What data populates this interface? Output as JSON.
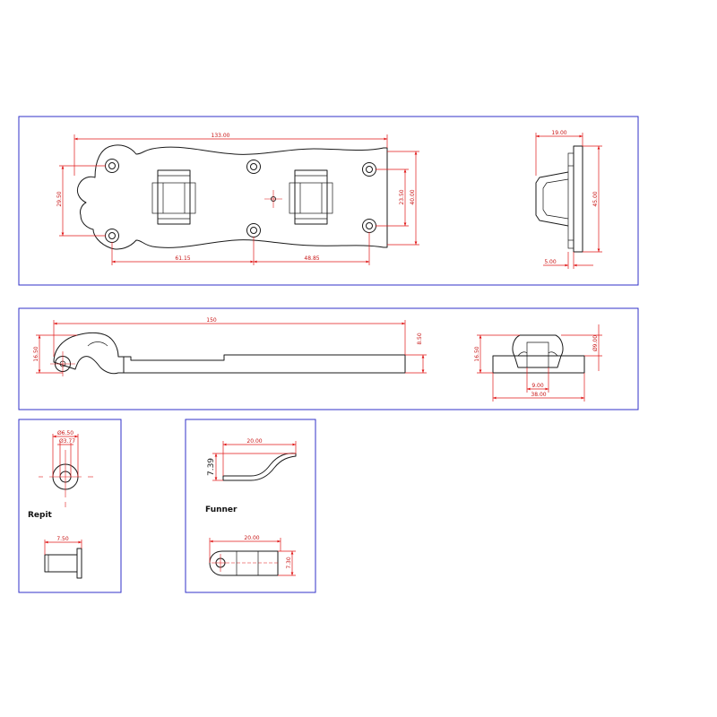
{
  "views": {
    "plate_top": {
      "dims": {
        "length": "133.00",
        "height_left": "29.50",
        "spacing_1": "61.15",
        "spacing_2": "48.85",
        "inner_height": "23.50",
        "outer_height": "40.00"
      }
    },
    "plate_side": {
      "dims": {
        "width": "19.00",
        "height": "45.00",
        "offset": "5.00"
      }
    },
    "bar_side": {
      "dims": {
        "length": "150",
        "hook_height": "16.50",
        "bar_thickness": "8.50"
      }
    },
    "bar_end": {
      "dims": {
        "height": "16.50",
        "slot": "9.00",
        "width": "38.00",
        "diameter": "Ø9.00"
      }
    },
    "rivet": {
      "label": "Repit",
      "dims": {
        "outer_dia": "Ø6.50",
        "inner_dia": "Ø3.77",
        "length": "7.50"
      }
    },
    "spring": {
      "label": "Funner",
      "dims": {
        "top_length": "20.00",
        "height": "7.39",
        "bottom_length": "20.00",
        "bottom_height": "7.30"
      }
    }
  },
  "colors": {
    "frame": "#3232c8",
    "dimension": "#e01818",
    "part": "#1a1a1a"
  }
}
